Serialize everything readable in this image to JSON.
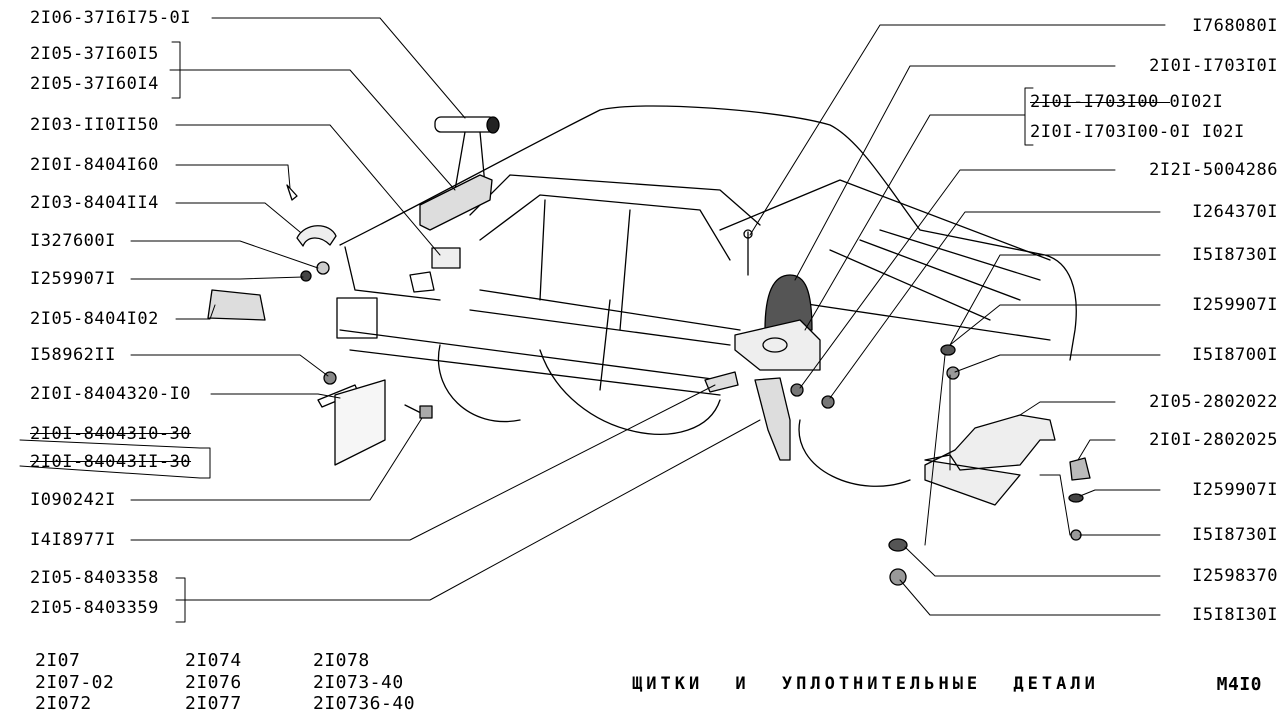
{
  "left_labels": [
    "2I06-37I6I75-0I",
    "2I05-37I60I5",
    "2I05-37I60I4",
    "2I03-II0II50",
    "2I0I-8404I60",
    "2I03-8404II4",
    "I327600I",
    "I259907I",
    "2I05-8404I02",
    "I58962II",
    "2I0I-8404320-I0",
    "2I0I-84043I0-30",
    "2I0I-84043II-30",
    "I090242I",
    "I4I8977I",
    "2I05-8403358",
    "2I05-8403359"
  ],
  "right_labels": [
    "I768080I",
    "2I0I-I703I0I",
    "2I0I-I703I00  0I02I",
    "2I0I-I703I00-0I I02I",
    "2I2I-5004286",
    "I264370I",
    "I5I8730I",
    "I259907I",
    "I5I8700I",
    "2I05-2802022",
    "2I0I-2802025",
    "I259907I",
    "I5I8730I",
    "I2598370",
    "I5I8I30I"
  ],
  "footer": {
    "col1": [
      "2I07",
      "2I07-02",
      "2I072"
    ],
    "col2": [
      "2I074",
      "2I076",
      "2I077"
    ],
    "col3": [
      "2I078",
      "2I073-40",
      "2I0736-40"
    ],
    "title": "ЩИТКИ И УПЛОТНИТЕЛЬНЫЕ ДЕТАЛИ",
    "page_code": "М4I0"
  }
}
